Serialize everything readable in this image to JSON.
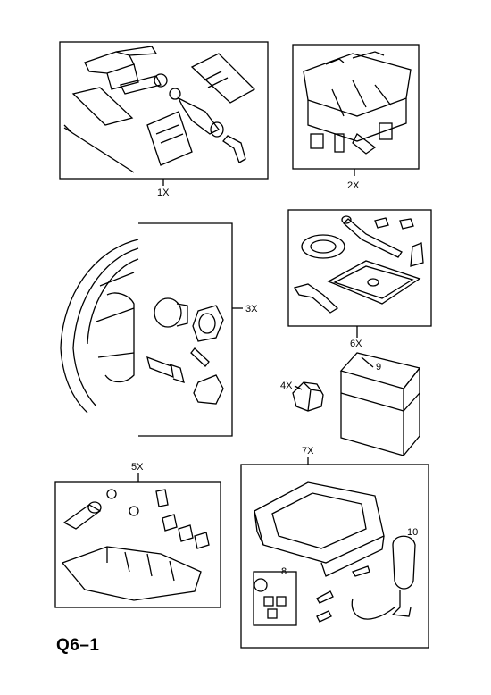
{
  "labels": {
    "l1": "1X",
    "l2": "2X",
    "l3": "3X",
    "l4": "4X",
    "l5": "5X",
    "l6": "6X",
    "l7": "7X",
    "l8": "8",
    "l9": "9",
    "l10": "10"
  },
  "page_code": "Q6–1"
}
